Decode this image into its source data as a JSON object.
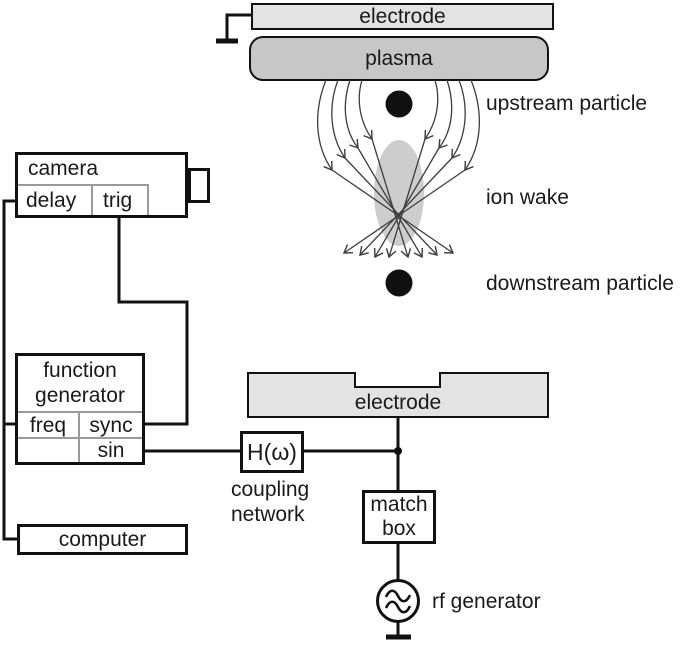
{
  "top_section": {
    "electrode_label": "electrode",
    "plasma_label": "plasma",
    "upstream_label": "upstream particle",
    "ion_wake_label": "ion wake",
    "downstream_label": "downstream particle"
  },
  "camera": {
    "title": "camera",
    "delay_label": "delay",
    "trig_label": "trig"
  },
  "function_generator": {
    "title_line1": "function",
    "title_line2": "generator",
    "freq_label": "freq",
    "sync_label": "sync",
    "sin_label": "sin"
  },
  "computer": {
    "label": "computer"
  },
  "coupling_network": {
    "box_label": "H(ω)",
    "caption_line1": "coupling",
    "caption_line2": "network"
  },
  "bottom_section": {
    "electrode_label": "electrode",
    "match_line1": "match",
    "match_line2": "box",
    "rf_label": "rf generator"
  },
  "colors": {
    "electrode_fill": "#e3e3e3",
    "plasma_fill": "#c7c7c7",
    "wake_fill": "#cdcdcd",
    "wake_stroke": "#7f7f7f",
    "wire": "#111111",
    "flow_line": "#3d3d3d",
    "particle": "#111111"
  }
}
